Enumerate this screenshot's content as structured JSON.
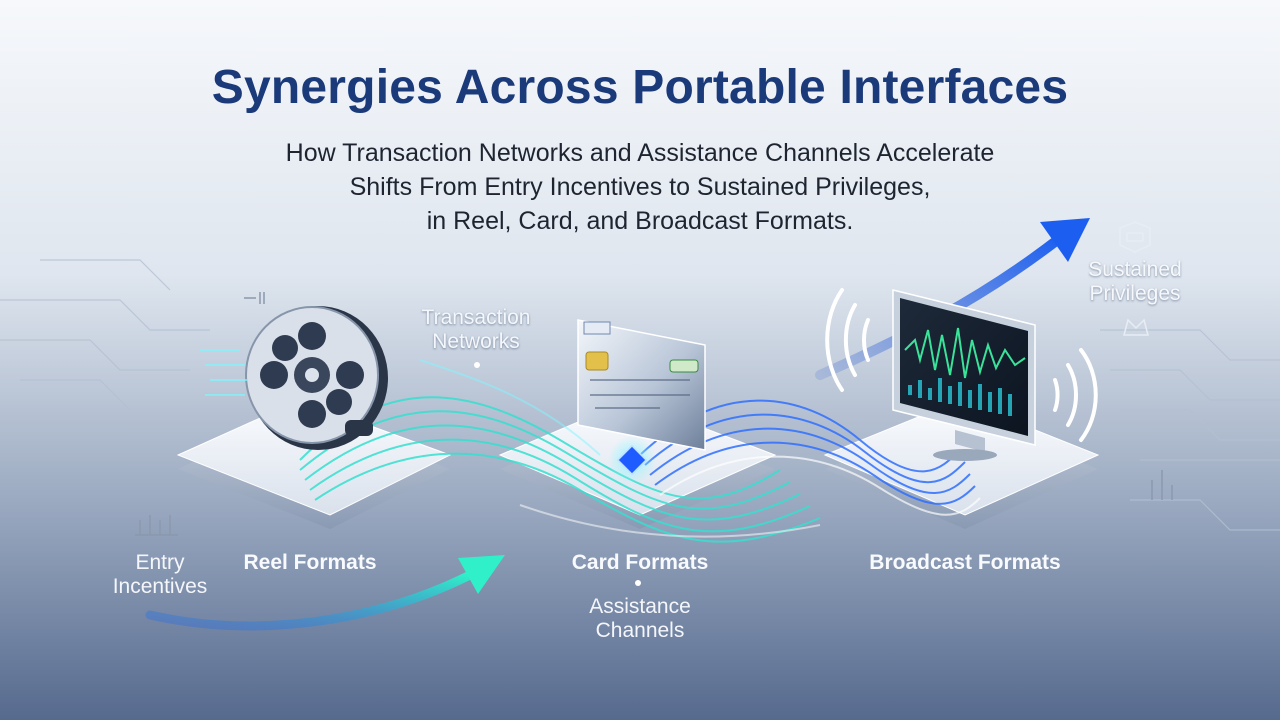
{
  "header": {
    "title": "Synergies Across Portable Interfaces",
    "subtitle_lines": [
      "How Transaction Networks and Assistance Channels Accelerate",
      "Shifts From Entry Incentives to Sustained Privileges,",
      "in Reel, Card, and Broadcast Formats."
    ]
  },
  "labels": {
    "transaction_networks": [
      "Transaction",
      "Networks"
    ],
    "sustained_privileges": [
      "Sustained",
      "Privileges"
    ],
    "entry_incentives": [
      "Entry",
      "Incentives"
    ],
    "reel_formats": "Reel Formats",
    "card_formats": "Card Formats",
    "assistance_channels": [
      "Assistance",
      "Channels"
    ],
    "broadcast_formats": "Broadcast Formats"
  },
  "icons": {
    "reel": "film-reel-icon",
    "card": "credit-card-icon",
    "monitor": "monitor-waveform-icon",
    "arrow_up": "growth-arrow-icon",
    "arrow_entry": "entry-arrow-icon",
    "badge": "badge-icon",
    "crown": "crown-icon",
    "chip": "chip-icon"
  },
  "colors": {
    "title": "#1b3a7a",
    "cyan_flow": "#35e0d0",
    "blue_flow": "#2f6fff",
    "wave": "#3be39a"
  }
}
